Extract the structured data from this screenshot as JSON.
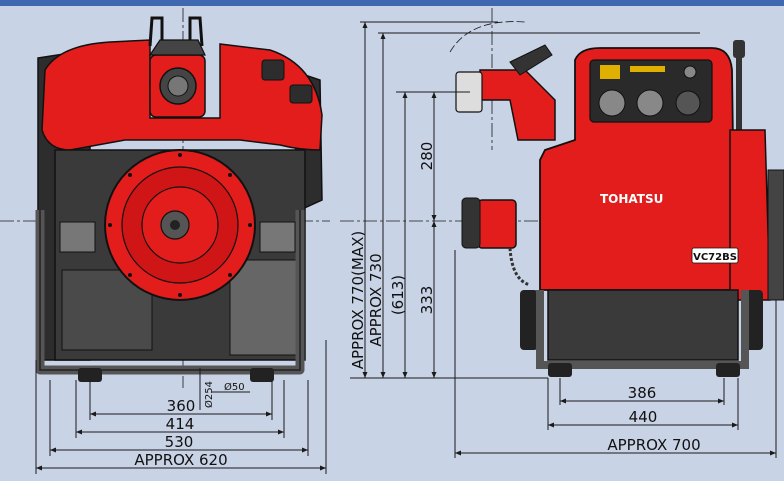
{
  "colors": {
    "background": "#c9d3e6",
    "top_bar": "#3f68b0",
    "pump_red": "#e31c1c",
    "pump_dark": "#2a2a2a",
    "frame_dark": "#555555",
    "dimension_line": "#1a1a1a"
  },
  "front_view": {
    "dimensions": {
      "d360": "360",
      "d414": "414",
      "d530": "530",
      "d620": "APPROX 620",
      "dia254": "Ø254",
      "dia50": "Ø50"
    }
  },
  "side_view": {
    "brand_label": "TOHATSU",
    "model_label": "VC72BS",
    "dimensions": {
      "h770": "APPROX 770(MAX)",
      "h730": "APPROX 730",
      "h613": "(613)",
      "h333": "333",
      "h280": "280",
      "w386": "386",
      "w440": "440",
      "w700": "APPROX 700"
    }
  }
}
